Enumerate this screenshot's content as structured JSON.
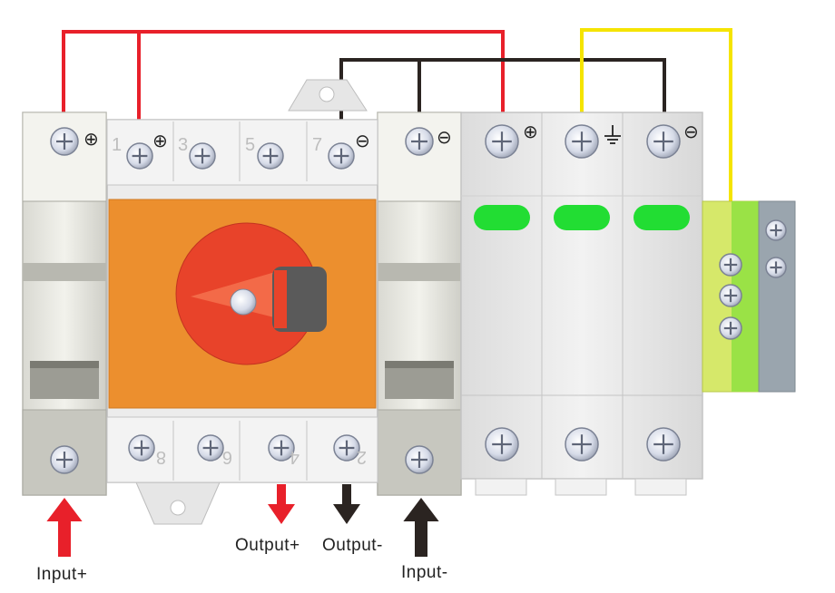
{
  "labels": {
    "input_plus": "Input+",
    "output_plus": "Output+",
    "output_minus": "Output-",
    "input_minus": "Input-"
  },
  "switch_top_numbers": [
    "1",
    "3",
    "5",
    "7"
  ],
  "switch_bottom_numbers": [
    "8",
    "6",
    "4",
    "2"
  ],
  "symbols": {
    "plus": "⊕",
    "minus": "⊖"
  },
  "colors": {
    "positive_wire": "#e8202a",
    "negative_wire": "#2b2421",
    "ground_wire": "#f5e400",
    "switch_body": "#ec8f2e",
    "knob": "#e8432a",
    "indicator": "#22dd33",
    "ground_block": "#d6e86a",
    "terminal_block": "#9aa5ae",
    "module_body": "#e8e8e8"
  }
}
